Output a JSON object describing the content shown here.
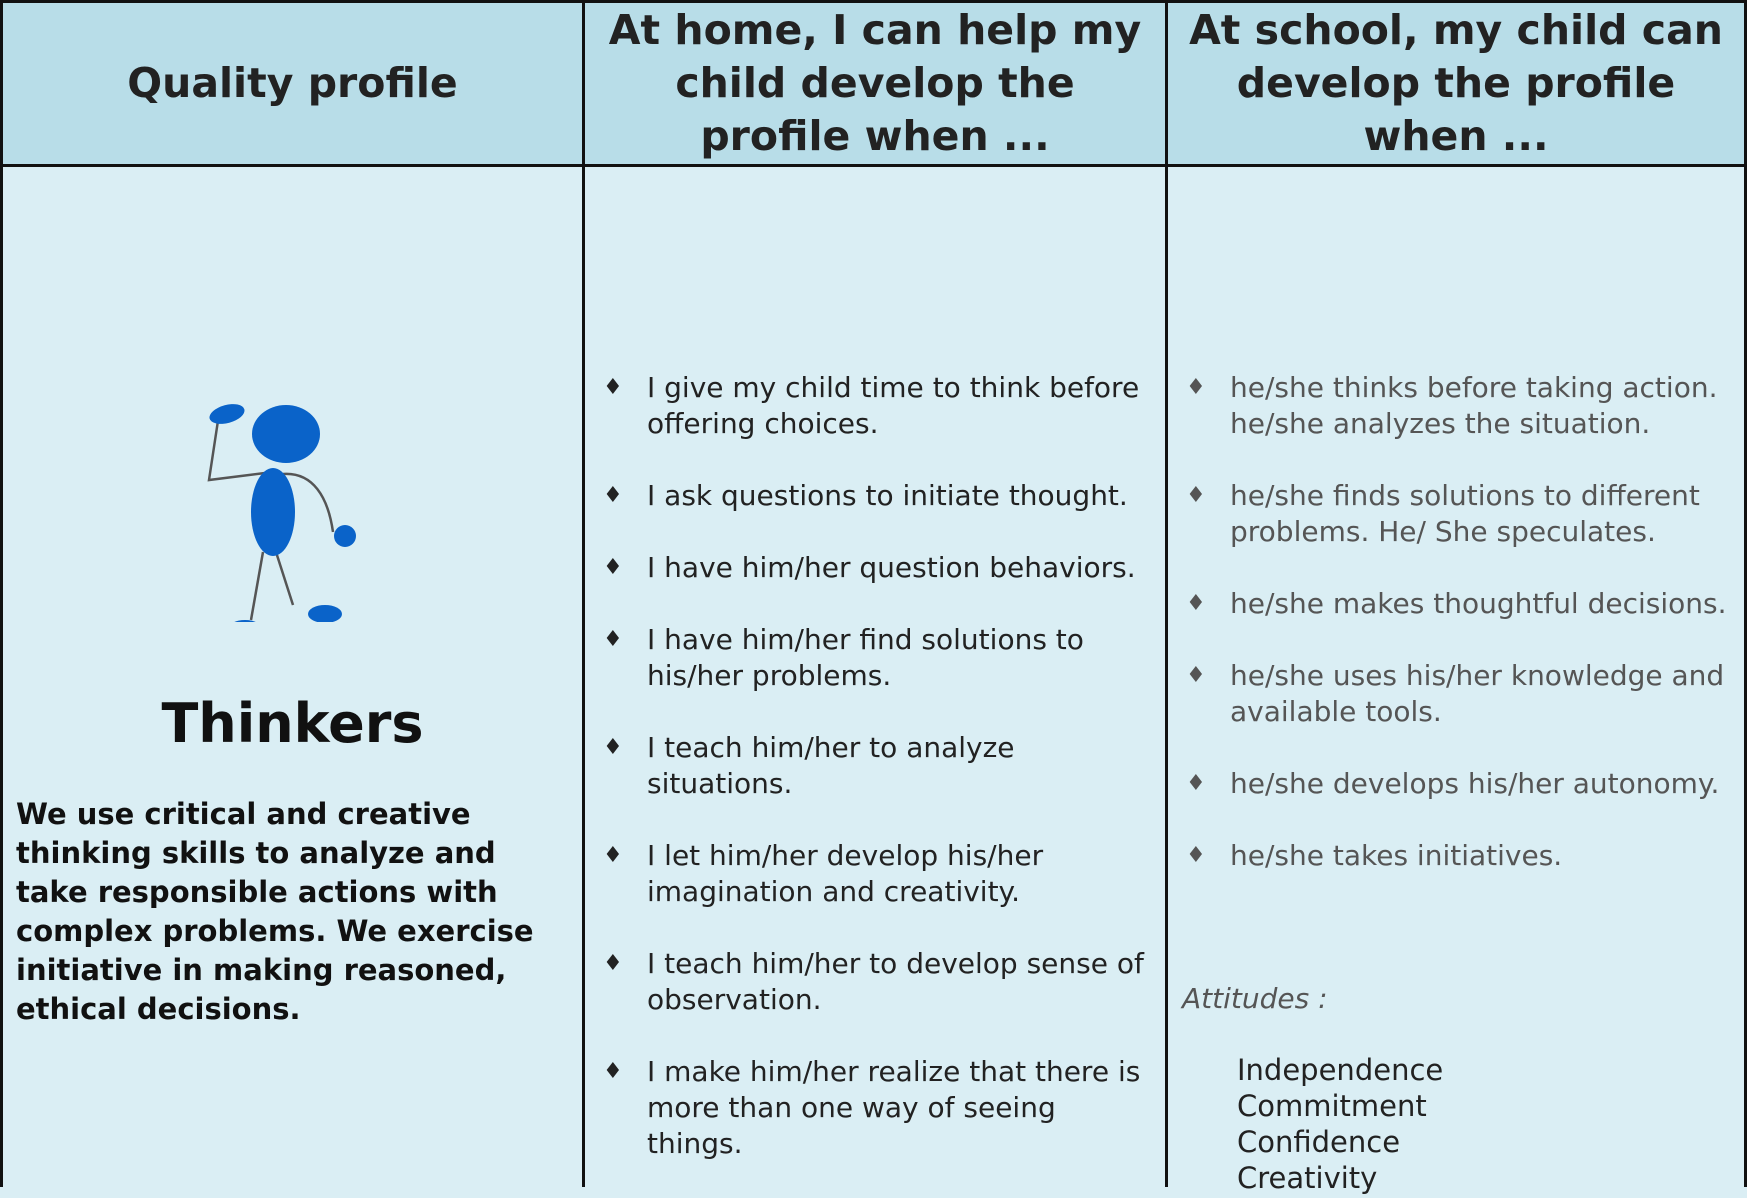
{
  "headers": {
    "col1": "Quality profile",
    "col2": "At home, I can help my child develop the profile when ...",
    "col3": "At school, my child can develop the profile when ..."
  },
  "profile": {
    "icon": "thinker-figure-icon",
    "icon_color": "#0a63c9",
    "name": "Thinkers",
    "description": "We use critical and creative thinking skills to analyze and take responsible actions with complex problems. We exercise initiative in making reasoned, ethical decisions."
  },
  "home": {
    "bullet_glyph": "♦",
    "items": [
      "I give my child time to think before offering choices.",
      "I ask questions to initiate thought.",
      "I have him/her question behaviors.",
      "I have him/her find solutions to his/her problems.",
      "I teach him/her to analyze situations.",
      "I let him/her develop his/her imagination and creativity.",
      "I teach him/her to develop sense of observation.",
      "I make him/her realize that there is more than one way of seeing things."
    ]
  },
  "school": {
    "bullet_glyph": "♦",
    "items": [
      "he/she thinks before taking action. he/she analyzes the situation.",
      "he/she finds solutions to different problems. He/ She speculates.",
      "he/she makes thoughtful decisions.",
      "he/she uses his/her knowledge and available tools.",
      "he/she develops his/her autonomy.",
      "he/she takes initiatives."
    ],
    "attitudes_label": "Attitudes :",
    "attitudes": [
      "Independence",
      "Commitment",
      "Confidence",
      "Creativity"
    ]
  },
  "colors": {
    "header_bg": "#b8dde8",
    "body_bg": "#daeef4",
    "border": "#111111"
  }
}
